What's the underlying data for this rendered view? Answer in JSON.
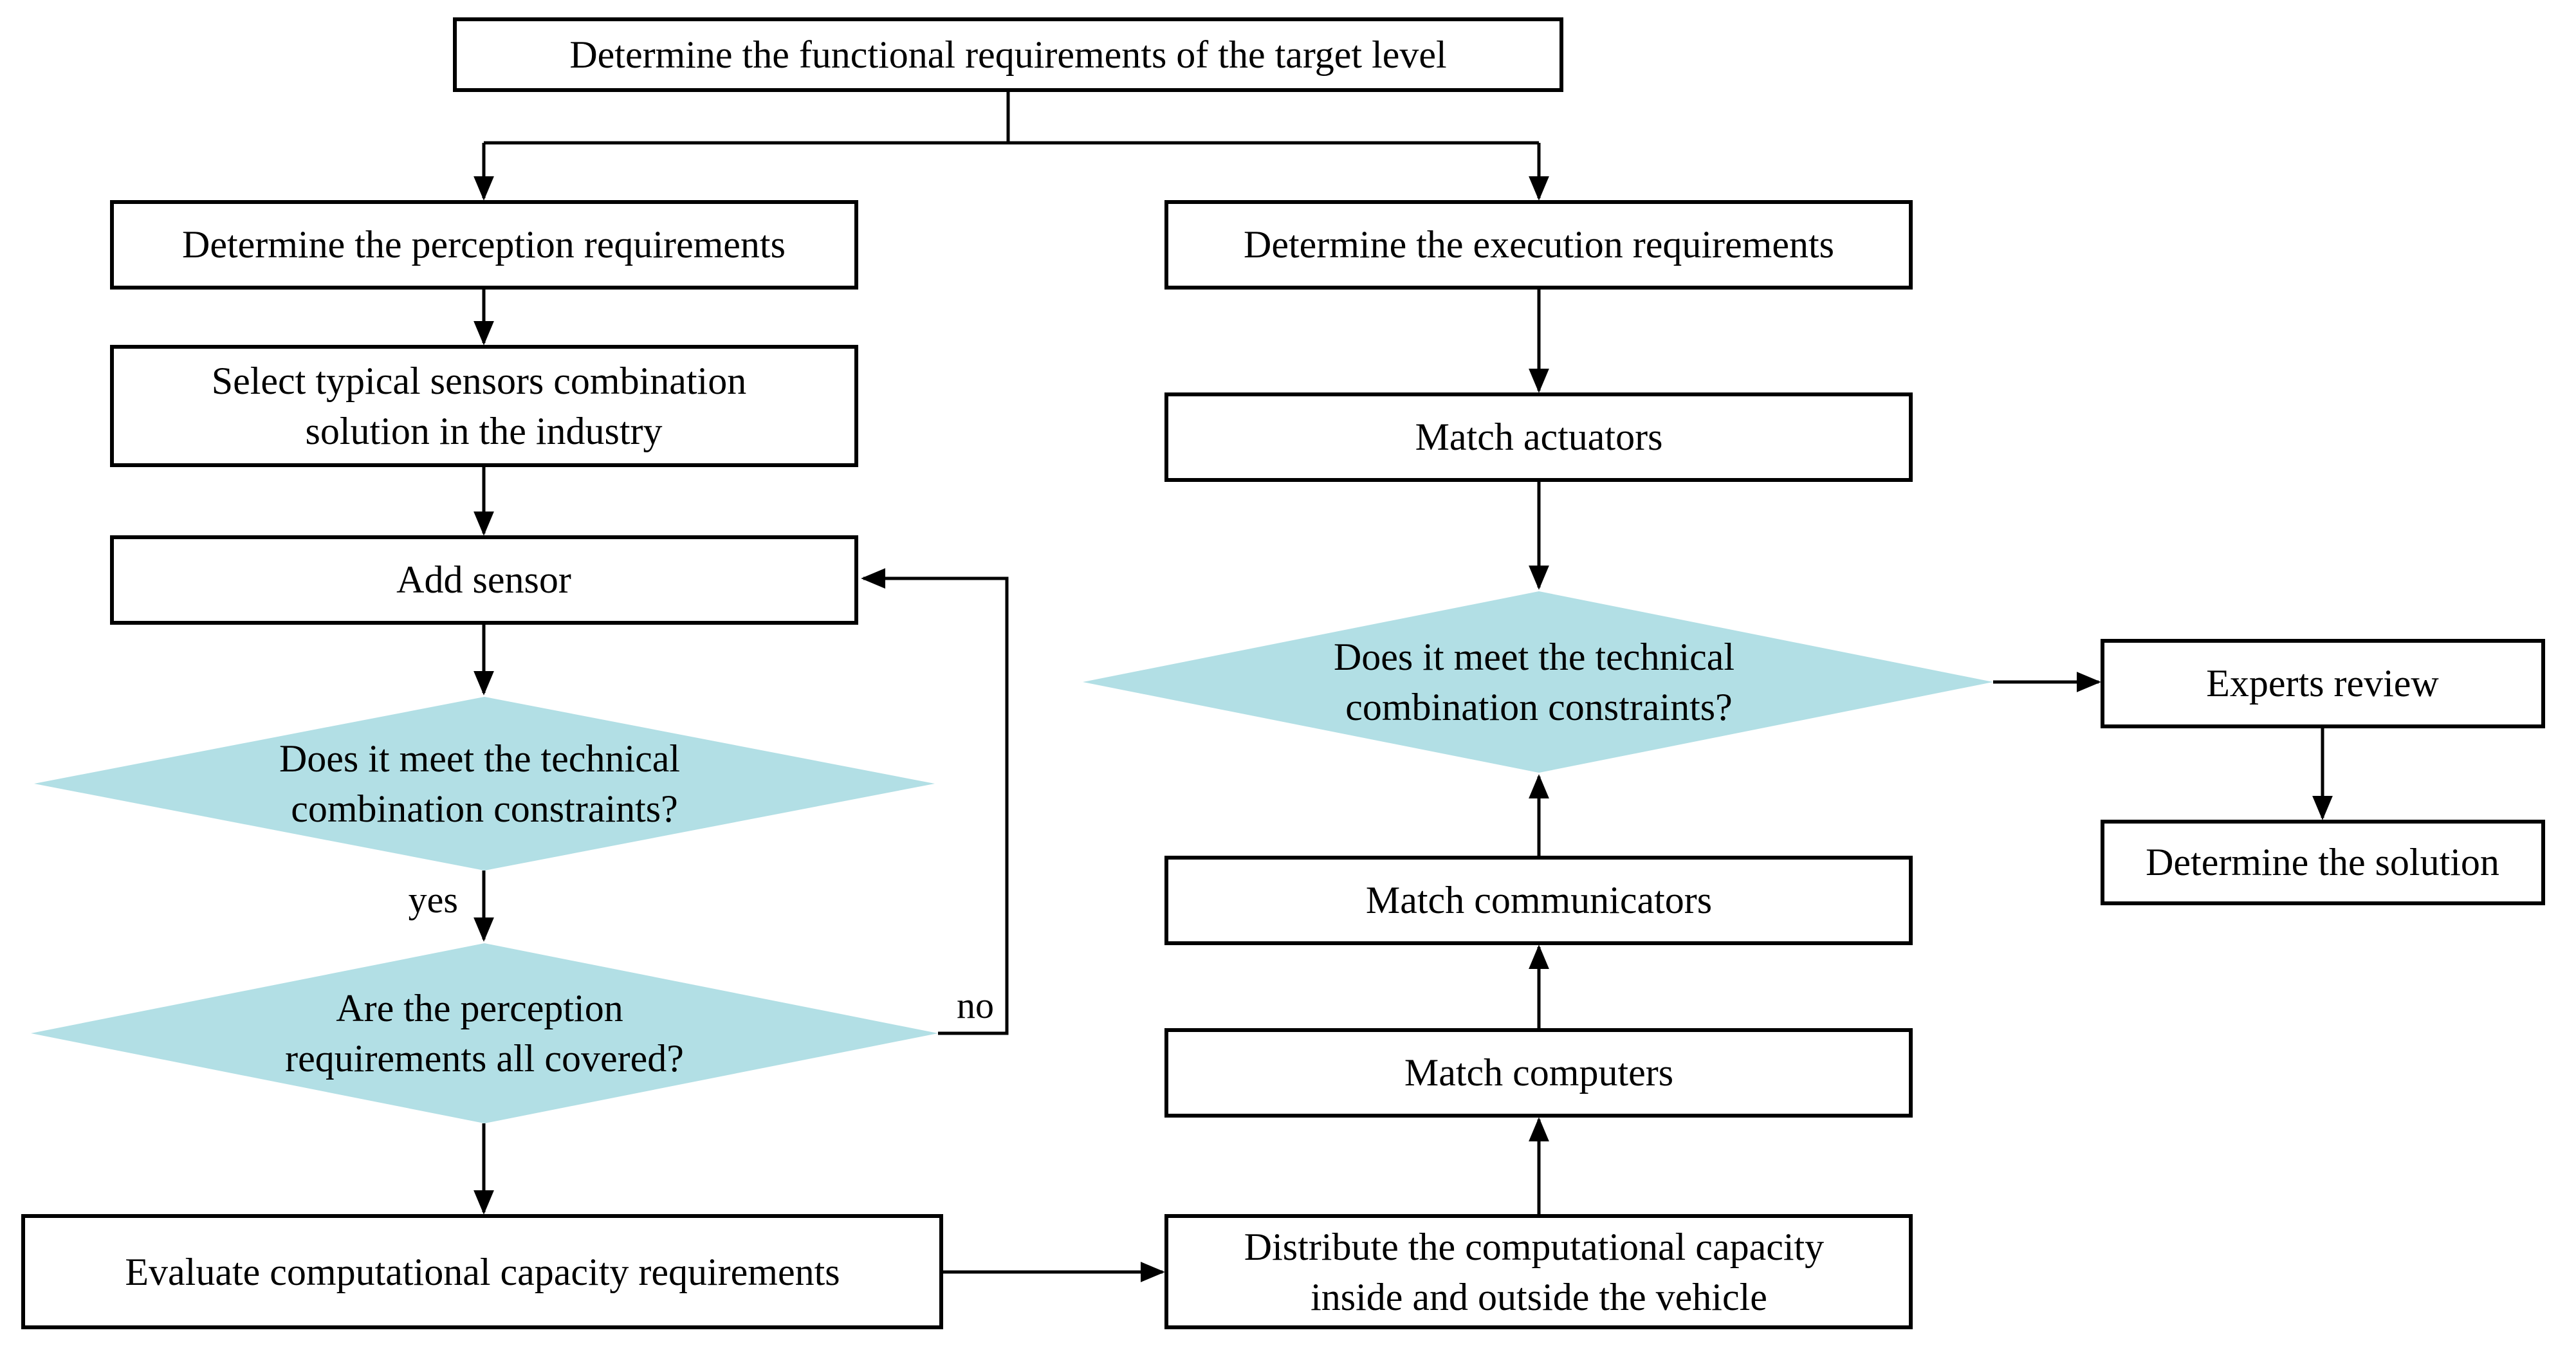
{
  "diagram": {
    "colors": {
      "background": "#ffffff",
      "line": "#000000",
      "process_fill": "#ffffff",
      "decision_fill": "#b2dfe5",
      "text": "#000000"
    },
    "nodes": {
      "functional": {
        "label": "Determine the functional requirements of the target level"
      },
      "perception": {
        "label": "Determine the perception requirements"
      },
      "select_sensors": {
        "line1": "Select typical sensors combination",
        "line2": "solution in the industry"
      },
      "add_sensor": {
        "label": "Add sensor"
      },
      "tech_constraints_left": {
        "line1": "Does it meet the technical",
        "line2": "combination constraints?"
      },
      "perception_covered": {
        "line1": "Are the perception",
        "line2": "requirements all covered?"
      },
      "evaluate": {
        "label": "Evaluate computational capacity requirements"
      },
      "execution": {
        "label": "Determine the execution requirements"
      },
      "match_actuators": {
        "label": "Match actuators"
      },
      "tech_constraints_right": {
        "line1": "Does it meet the technical",
        "line2": "combination constraints?"
      },
      "experts_review": {
        "label": "Experts review"
      },
      "determine_solution": {
        "label": "Determine the solution"
      },
      "match_communicators": {
        "label": "Match communicators"
      },
      "match_computers": {
        "label": "Match computers"
      },
      "distribute": {
        "line1": "Distribute the computational capacity",
        "line2": "inside and outside the vehicle"
      }
    },
    "edge_labels": {
      "yes": "yes",
      "no": "no"
    }
  }
}
